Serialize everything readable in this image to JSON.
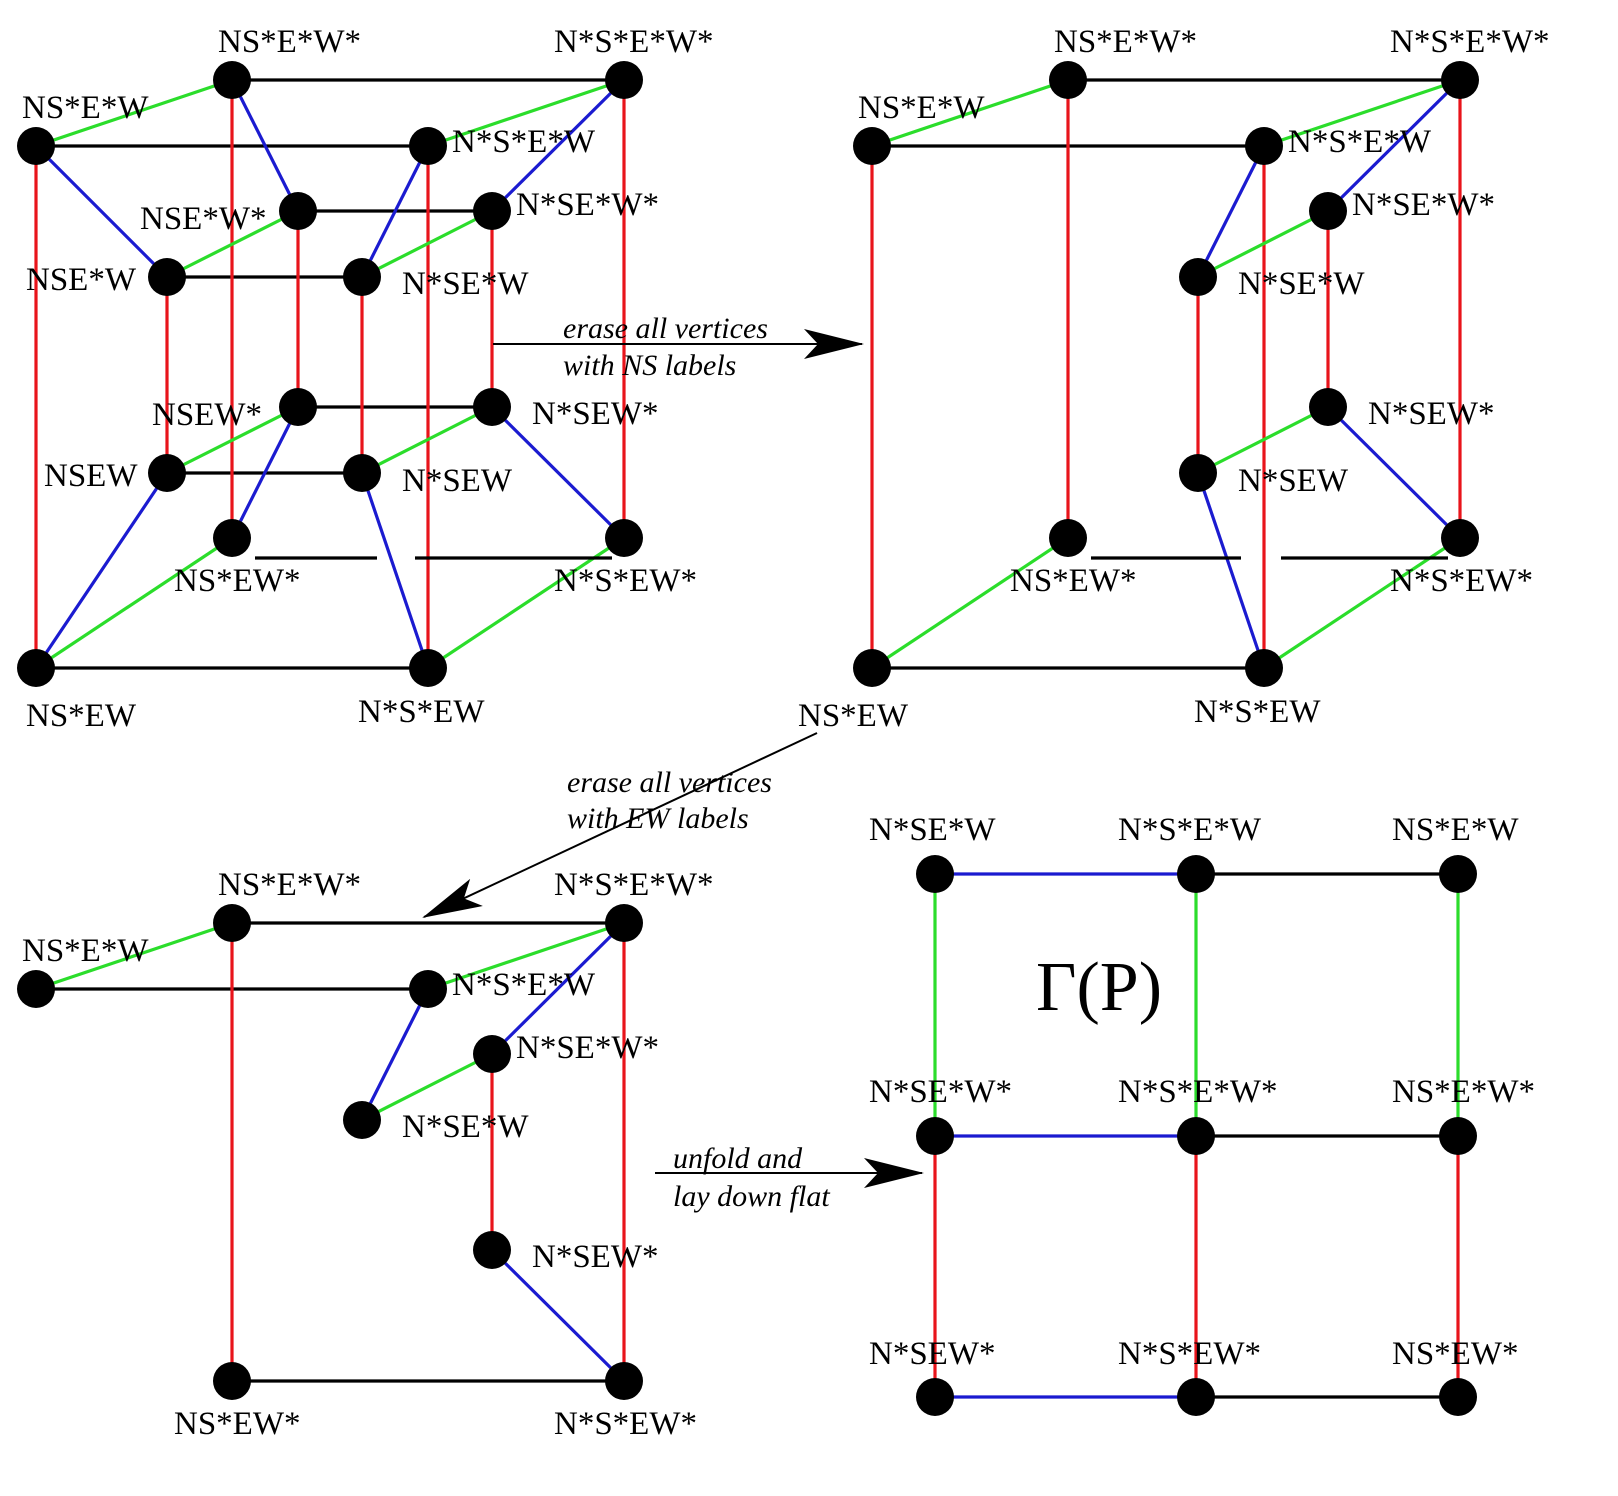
{
  "colors": {
    "red": "#e8141b",
    "blue": "#1b1bd0",
    "green": "#2bdd2b",
    "black": "#000000"
  },
  "panels": [
    {
      "id": "panel-full-graph",
      "vertices": [
        {
          "id": "NS*E*W*",
          "label": "NS*E*W*"
        },
        {
          "id": "N*S*E*W*",
          "label": "N*S*E*W*"
        },
        {
          "id": "NS*E*W",
          "label": "NS*E*W"
        },
        {
          "id": "N*S*E*W",
          "label": "N*S*E*W"
        },
        {
          "id": "NSE*W*",
          "label": "NSE*W*"
        },
        {
          "id": "N*SE*W*",
          "label": "N*SE*W*"
        },
        {
          "id": "NSE*W",
          "label": "NSE*W"
        },
        {
          "id": "N*SE*W",
          "label": "N*SE*W"
        },
        {
          "id": "NSEW*",
          "label": "NSEW*"
        },
        {
          "id": "N*SEW*",
          "label": "N*SEW*"
        },
        {
          "id": "NSEW",
          "label": "NSEW"
        },
        {
          "id": "N*SEW",
          "label": "N*SEW"
        },
        {
          "id": "NS*EW*",
          "label": "NS*EW*"
        },
        {
          "id": "N*S*EW*",
          "label": "N*S*EW*"
        },
        {
          "id": "NS*EW",
          "label": "NS*EW"
        },
        {
          "id": "N*S*EW",
          "label": "N*S*EW"
        }
      ]
    },
    {
      "id": "panel-ns-erased",
      "vertices": [
        {
          "id": "NS*E*W*",
          "label": "NS*E*W*"
        },
        {
          "id": "N*S*E*W*",
          "label": "N*S*E*W*"
        },
        {
          "id": "NS*E*W",
          "label": "NS*E*W"
        },
        {
          "id": "N*S*E*W",
          "label": "N*S*E*W"
        },
        {
          "id": "N*SE*W*",
          "label": "N*SE*W*"
        },
        {
          "id": "N*SE*W",
          "label": "N*SE*W"
        },
        {
          "id": "N*SEW*",
          "label": "N*SEW*"
        },
        {
          "id": "N*SEW",
          "label": "N*SEW"
        },
        {
          "id": "NS*EW*",
          "label": "NS*EW*"
        },
        {
          "id": "N*S*EW*",
          "label": "N*S*EW*"
        },
        {
          "id": "NS*EW",
          "label": "NS*EW"
        },
        {
          "id": "N*S*EW",
          "label": "N*S*EW"
        }
      ]
    },
    {
      "id": "panel-ew-erased",
      "vertices": [
        {
          "id": "NS*E*W*",
          "label": "NS*E*W*"
        },
        {
          "id": "N*S*E*W*",
          "label": "N*S*E*W*"
        },
        {
          "id": "NS*E*W",
          "label": "NS*E*W"
        },
        {
          "id": "N*S*E*W",
          "label": "N*S*E*W"
        },
        {
          "id": "N*SE*W*",
          "label": "N*SE*W*"
        },
        {
          "id": "N*SE*W",
          "label": "N*SE*W"
        },
        {
          "id": "N*SEW*",
          "label": "N*SEW*"
        },
        {
          "id": "NS*EW*",
          "label": "NS*EW*"
        },
        {
          "id": "N*S*EW*",
          "label": "N*S*EW*"
        }
      ]
    },
    {
      "id": "panel-flat-graph",
      "title": "Γ(P)",
      "vertices": [
        {
          "id": "N*SE*W",
          "label": "N*SE*W"
        },
        {
          "id": "N*S*E*W",
          "label": "N*S*E*W"
        },
        {
          "id": "NS*E*W",
          "label": "NS*E*W"
        },
        {
          "id": "N*SE*W*",
          "label": "N*SE*W*"
        },
        {
          "id": "N*S*E*W*",
          "label": "N*S*E*W*"
        },
        {
          "id": "NS*E*W*",
          "label": "NS*E*W*"
        },
        {
          "id": "N*SEW*",
          "label": "N*SEW*"
        },
        {
          "id": "N*S*EW*",
          "label": "N*S*EW*"
        },
        {
          "id": "NS*EW*",
          "label": "NS*EW*"
        }
      ]
    }
  ],
  "annotations": [
    {
      "id": "erase-ns",
      "lines": [
        "erase all vertices",
        "with NS labels"
      ]
    },
    {
      "id": "erase-ew",
      "lines": [
        "erase all vertices",
        "with EW labels"
      ]
    },
    {
      "id": "unfold",
      "lines": [
        "unfold and",
        "lay down flat"
      ]
    }
  ]
}
